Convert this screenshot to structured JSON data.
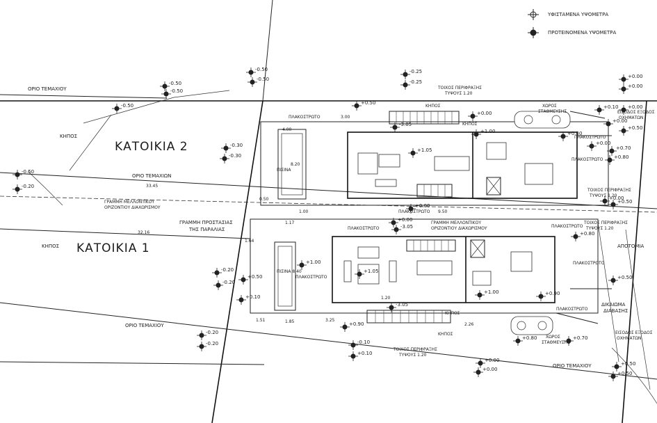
{
  "legend": {
    "existing_levels": "ΥΦΙΣΤΑΜΕΝΑ ΥΨΟΜΕΤΡΑ",
    "proposed_levels": "ΠΡΟΤΕΙΝΟΜΕΝΑ ΥΨΟΜΕΤΡΑ"
  },
  "houses": [
    {
      "name": "ΚΑΤΟΙΚΙΑ 2",
      "pool_label": "ΠΙΣΙΝΑ"
    },
    {
      "name": "ΚΑΤΟΙΚΙΑ 1",
      "pool_label": "ΠΙΣΙΝΑ 8.40"
    }
  ],
  "labels": {
    "plot_limit": "ΟΡΙΟ ΤΕΜΑΧΙΟΥ",
    "plot_limits": "ΟΡΙΟ ΤΕΜΑΧΙΩΝ",
    "garden": "ΚΗΠΟΣ",
    "paving": "ΠΛΑΚΟΣΤΡΩΤΟ",
    "future_alignment": "ΓΡΑΜΜΗ ΜΕΛΛΟΝΤΙΚΟΥ ΟΡΙΖΟΝΤΙΟΥ ΔΙΑΧΩΡΙΣΜΟΥ",
    "future_alignment_1": "ΓΡΑΜΜΗ ΜΕΛΛΟΝΤΙΚΟΥ",
    "future_alignment_2": "ΟΡΙΖΟΝΤΙΟΥ ΔΙΑΧΩΡΙΣΜΟΥ",
    "beach_line_1": "ΓΡΑΜΜΗ ΠΡΟΣΤΑΣΙΑΣ",
    "beach_line_2": "ΤΗΣ ΠΑΡΑΛΙΑΣ",
    "perimeter_wall_1": "ΤΟΙΧΟΣ ΠΕΡΙΦΡΑΞΗΣ",
    "perimeter_wall_2": "ΤΥΨΟΥΣ 1.20",
    "parking_1": "ΧΩΡΟΣ",
    "parking_2": "ΣΤΑΘΜΕΥΣΗΣ",
    "vehicle_gate_1": "ΕΙΣΟΔΟΣ ΕΞΟΔΟΣ",
    "vehicle_gate_2": "ΟΧΗΜΑΤΩΝ",
    "right_of_way_1": "ΔΙΚΑΙΩΜΑ",
    "right_of_way_2": "ΔΙΑΒΑΣΗΣ",
    "parcel": "ΑΠΟΤΟΜΙΑ"
  },
  "dims": {
    "d_3345": "33.45",
    "d_3216": "32.16",
    "d_400": "4.00",
    "d_820": "8.20",
    "d_050": "0.50",
    "d_100": "1.00",
    "d_117": "1.17",
    "d_164": "1.64",
    "d_151": "1.51",
    "d_185": "1.85",
    "d_325": "3.25",
    "d_300": "3.00",
    "d_950": "9.50",
    "d_120": "1.20",
    "d_226": "2.26"
  },
  "levels": [
    "-0.50",
    "-0.50",
    "-0.50",
    "-0.50",
    "-0.25",
    "-0.25",
    "+0.00",
    "+0.00",
    "-0.50",
    "+0.50",
    "+0.10",
    "+0.00",
    "+1.00",
    "-3.05",
    "+1.05",
    "+0.30",
    "+0.00",
    "+0.00",
    "+0.70",
    "+0.80",
    "+0.00",
    "+0.50",
    "-0.30",
    "-0.30",
    "-0.50",
    "-0.20",
    "+0.00",
    "-3.05",
    "+0.00",
    "-0.20",
    "-0.20",
    "+0.50",
    "+1.00",
    "+1.05",
    "+0.10",
    "+0.80",
    "+0.50",
    "+1.00",
    "+0.90",
    "-3.05",
    "+0.90",
    "-0.10",
    "+0.10",
    "+0.80",
    "+0.70",
    "-0.20",
    "-0.20",
    "+0.00",
    "+0.00",
    "+0.50",
    "+0.50",
    "+0.00",
    "+0.50"
  ]
}
